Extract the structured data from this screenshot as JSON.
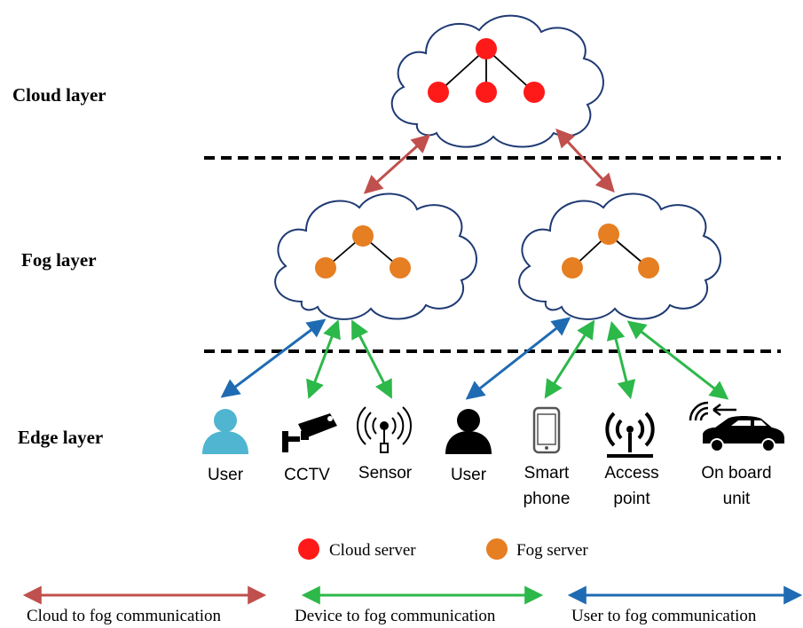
{
  "layers": {
    "cloud": "Cloud layer",
    "fog": "Fog layer",
    "edge": "Edge layer"
  },
  "devices": [
    {
      "icon": "user-icon",
      "lines": [
        "User"
      ],
      "color": "#4fb5d0"
    },
    {
      "icon": "cctv-icon",
      "lines": [
        "CCTV"
      ],
      "color": "#000000"
    },
    {
      "icon": "sensor-icon",
      "lines": [
        "Sensor"
      ],
      "color": "#000000"
    },
    {
      "icon": "user-icon",
      "lines": [
        "User"
      ],
      "color": "#000000"
    },
    {
      "icon": "smartphone-icon",
      "lines": [
        "Smart",
        "phone"
      ],
      "color": "#555555"
    },
    {
      "icon": "access-point-icon",
      "lines": [
        "Access",
        "point"
      ],
      "color": "#000000"
    },
    {
      "icon": "car-icon",
      "lines": [
        "On board",
        "unit"
      ],
      "color": "#000000"
    }
  ],
  "legend": {
    "cloud_server": "Cloud server",
    "fog_server": "Fog server",
    "cloud_to_fog": "Cloud to fog communication",
    "device_to_fog": "Device to fog communication",
    "user_to_fog": "User to fog communication"
  },
  "colors": {
    "cloud_node": "#ff1a1a",
    "fog_node": "#e67e22",
    "cloud_fog_arrow": "#c0504d",
    "device_arrow": "#2db84a",
    "user_arrow": "#1f6bb3"
  }
}
